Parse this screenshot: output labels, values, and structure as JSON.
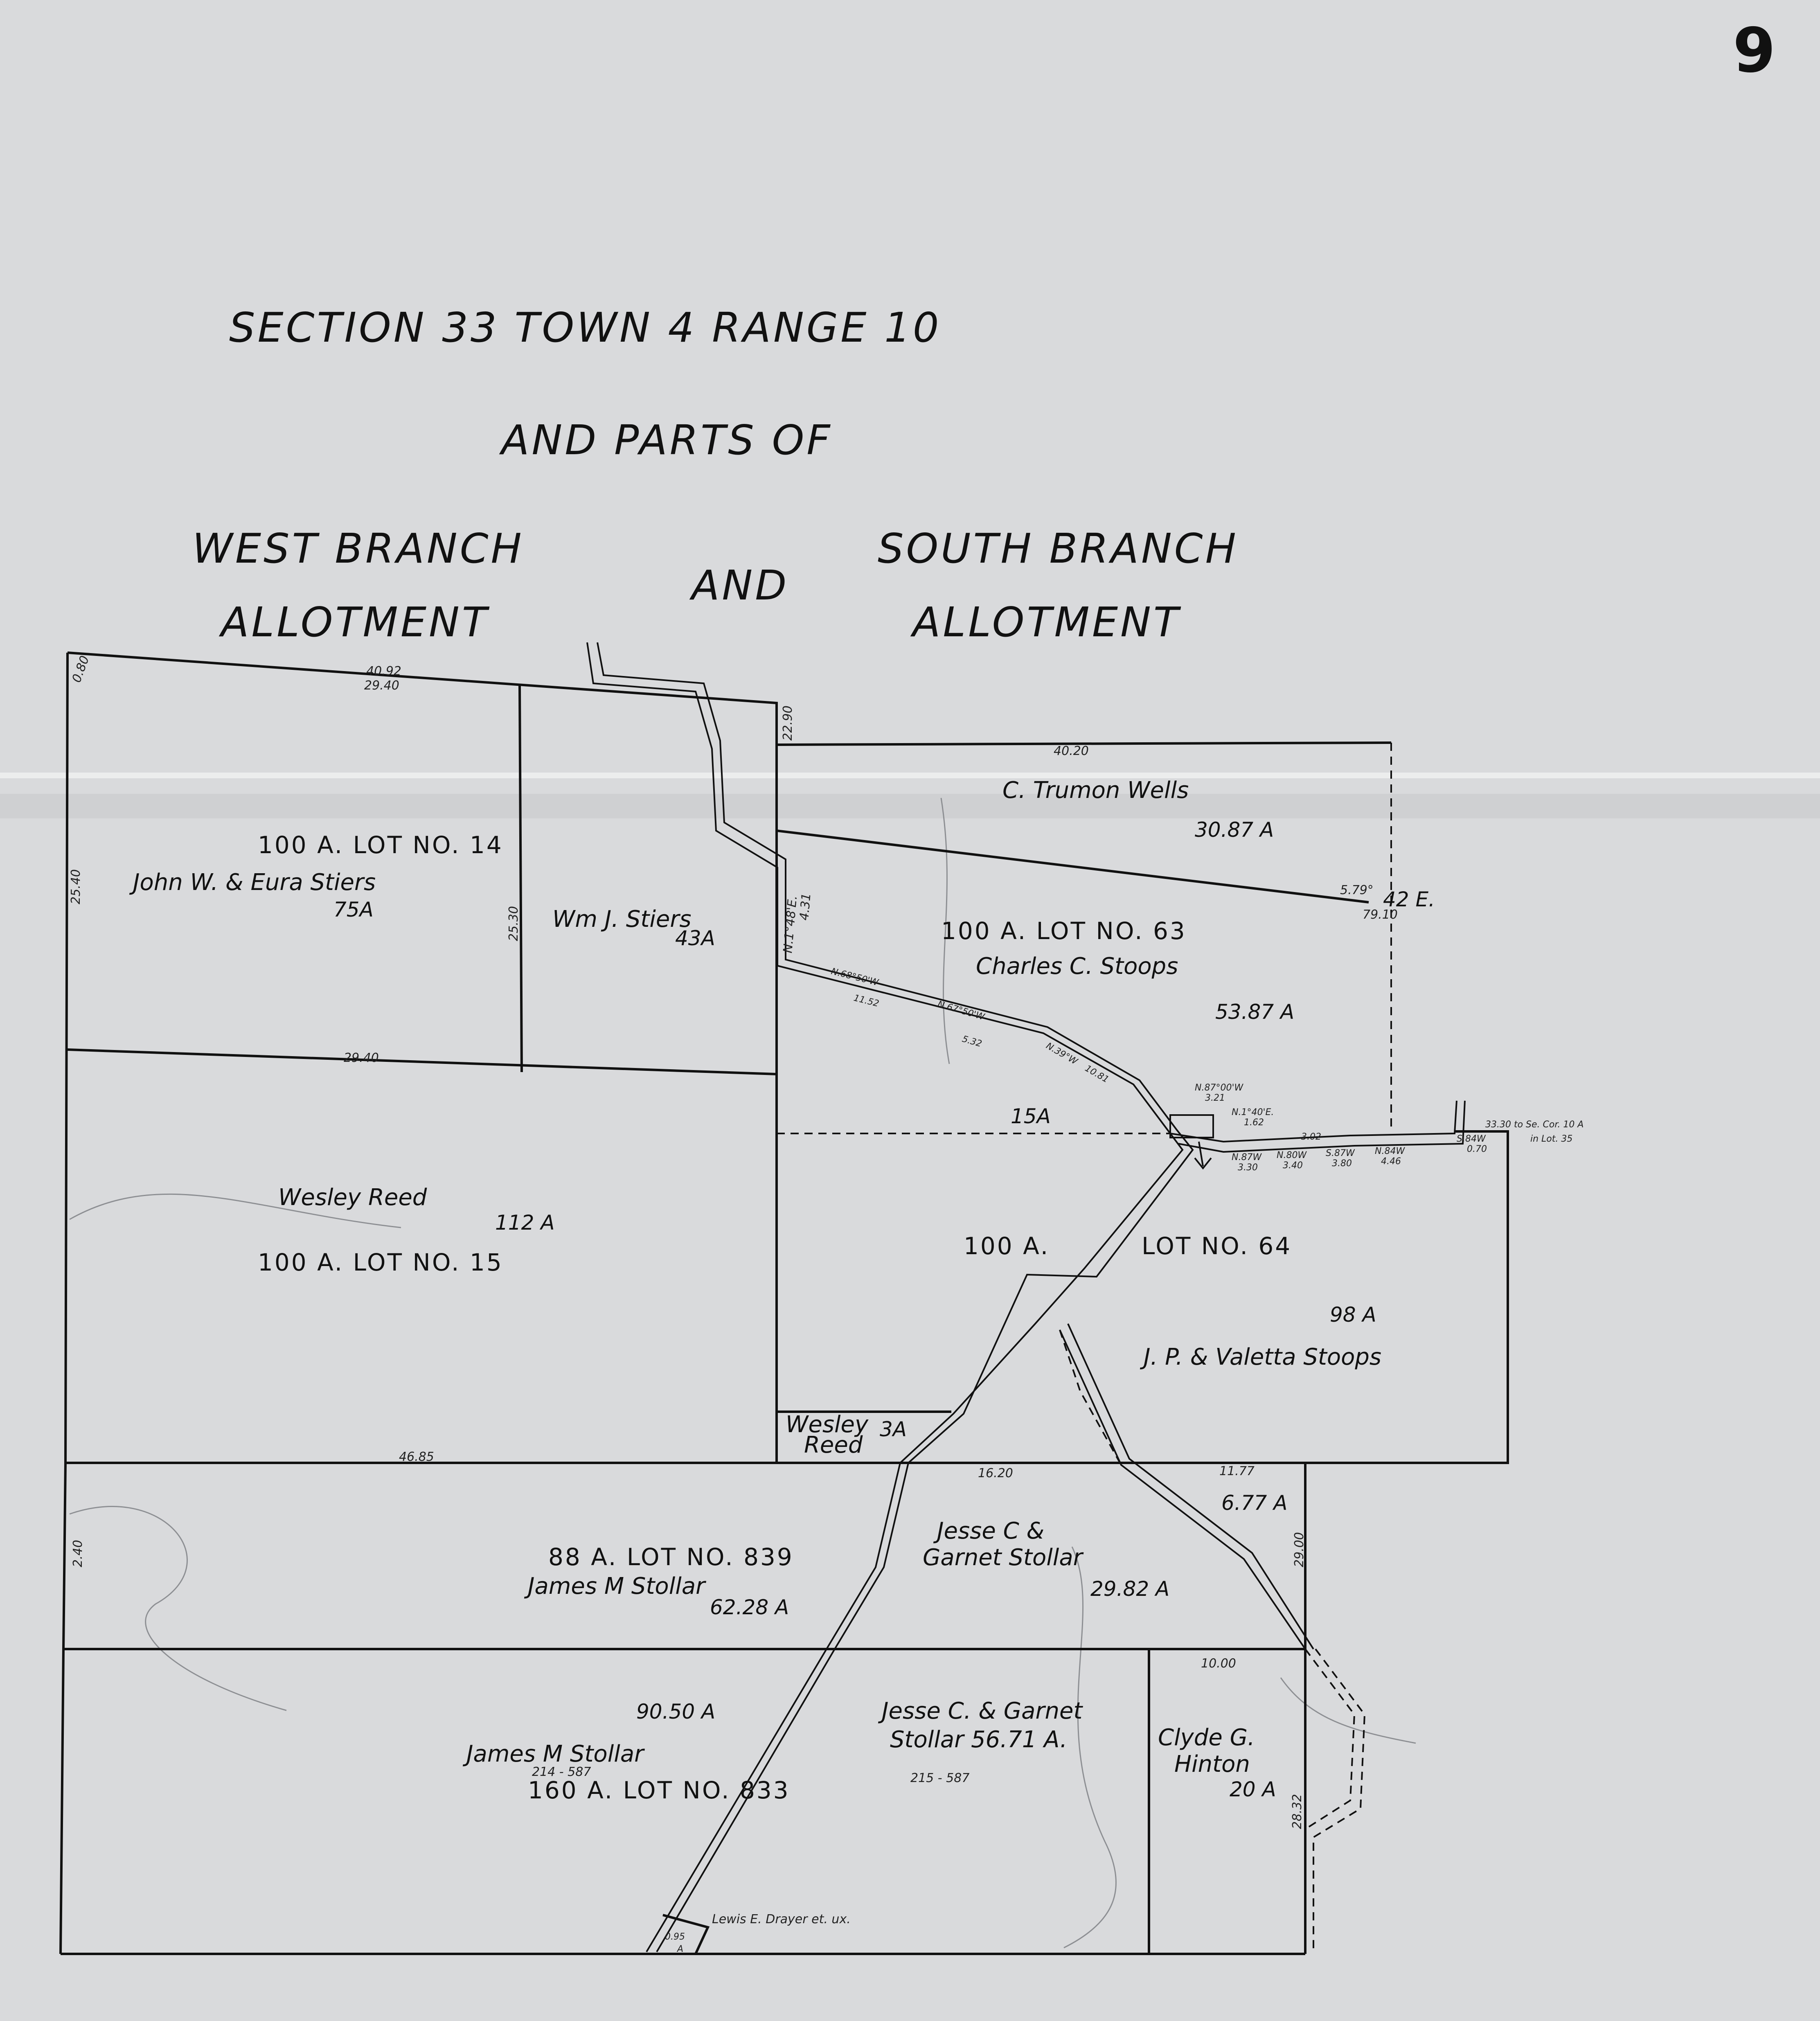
{
  "page_number": "9",
  "title": {
    "line1": "SECTION 33   TOWN 4  RANGE 10",
    "line2": "AND PARTS OF",
    "west_branch": "WEST BRANCH",
    "west_allotment": "ALLOTMENT",
    "and": "AND",
    "south_branch": "SOUTH BRANCH",
    "south_allotment": "ALLOTMENT"
  },
  "lots": {
    "lot14": {
      "label": "100 A. LOT NO. 14"
    },
    "lot15": {
      "label": "100 A. LOT NO. 15"
    },
    "lot63": {
      "label": "100 A. LOT NO. 63"
    },
    "lot64": {
      "acres": "100 A.",
      "label": "LOT NO. 64"
    },
    "lot839": {
      "label": "88 A. LOT NO. 839"
    },
    "lot833": {
      "label": "160 A.  LOT  NO. 833"
    }
  },
  "parcels": {
    "stiers": {
      "owner": "John W. & Eura Stiers",
      "acres": "75A"
    },
    "wm_stiers": {
      "owner": "Wm J. Stiers",
      "acres": "43A"
    },
    "wells": {
      "owner": "C. Trumon Wells",
      "acres": "30.87 A"
    },
    "stoops": {
      "owner": "Charles C. Stoops",
      "acres": "53.87 A"
    },
    "parcel15a": {
      "acres": "15A"
    },
    "reed": {
      "owner": "Wesley Reed",
      "acres": "112 A"
    },
    "jp_stoops": {
      "owner": "J. P. & Valetta Stoops",
      "acres": "98 A"
    },
    "reed_small": {
      "owner_line1": "Wesley",
      "owner_line2": "Reed",
      "acres": "3A"
    },
    "stollar_839": {
      "owner": "James M Stollar",
      "acres": "62.28 A"
    },
    "jg_stollar_839": {
      "owner_line1": "Jesse C  &",
      "owner_line2": "Garnet Stollar",
      "acres": "29.82 A"
    },
    "parcel677": {
      "acres": "6.77 A"
    },
    "stollar_833": {
      "owner": "James M Stollar",
      "acres": "90.50 A",
      "ref": "214 - 587"
    },
    "jg_stollar_833": {
      "owner_line1": "Jesse C. & Garnet",
      "owner_line2": "Stollar  56.71  A.",
      "ref": "215 - 587"
    },
    "hinton": {
      "owner_line1": "Clyde G.",
      "owner_line2": "Hinton",
      "acres": "20 A"
    },
    "drayer": {
      "owner": "Lewis E. Drayer et. ux.",
      "acres": "0.95",
      "acres_unit": "A"
    }
  },
  "dimensions": {
    "d_4092": "40.92",
    "d_2940_top": "29.40",
    "d_2940_mid": "29.40",
    "d_2290": "22.90",
    "d_2530": "25.30",
    "d_80": "0.80",
    "d_4020": "40.20",
    "d_4685": "46.85",
    "d_1620": "16.20",
    "d_1000": "10.00",
    "d_1177": "11.77",
    "d_2830": "28.32",
    "d_2900": "29.00",
    "d_2540": "25.40",
    "d_240": "2.40"
  },
  "bearings": {
    "b_579": "5.79°",
    "b_42e": "42 E.",
    "b_7910": "79.10",
    "b_n148e": "N.1°48'E.",
    "b_431": "4.31",
    "b_n6850": "N.68°50'W",
    "b_1152": "11.52",
    "b_n6750": "N.67°50'W",
    "b_532": "5.32",
    "b_n39w": "N.39°W",
    "b_1081": "10.81",
    "b_n87": "N.87°00'W",
    "b_321": "3.21",
    "b_n140e": "N.1°40'E.",
    "b_162": "1.62",
    "b_n87w": "N.87W",
    "b_330": "3.30",
    "b_n80w": "N.80W",
    "b_340": "3.40",
    "b_s87w": "S.87W",
    "b_380": "3.80",
    "b_n84w": "N.84W",
    "b_446": "4.46",
    "b_s84w": "S.84W",
    "b_070": "0.70",
    "b_302": "3.02",
    "corner_note_line1": "33.30 to Se. Cor. 10 A",
    "corner_note_line2": "in Lot. 35"
  }
}
